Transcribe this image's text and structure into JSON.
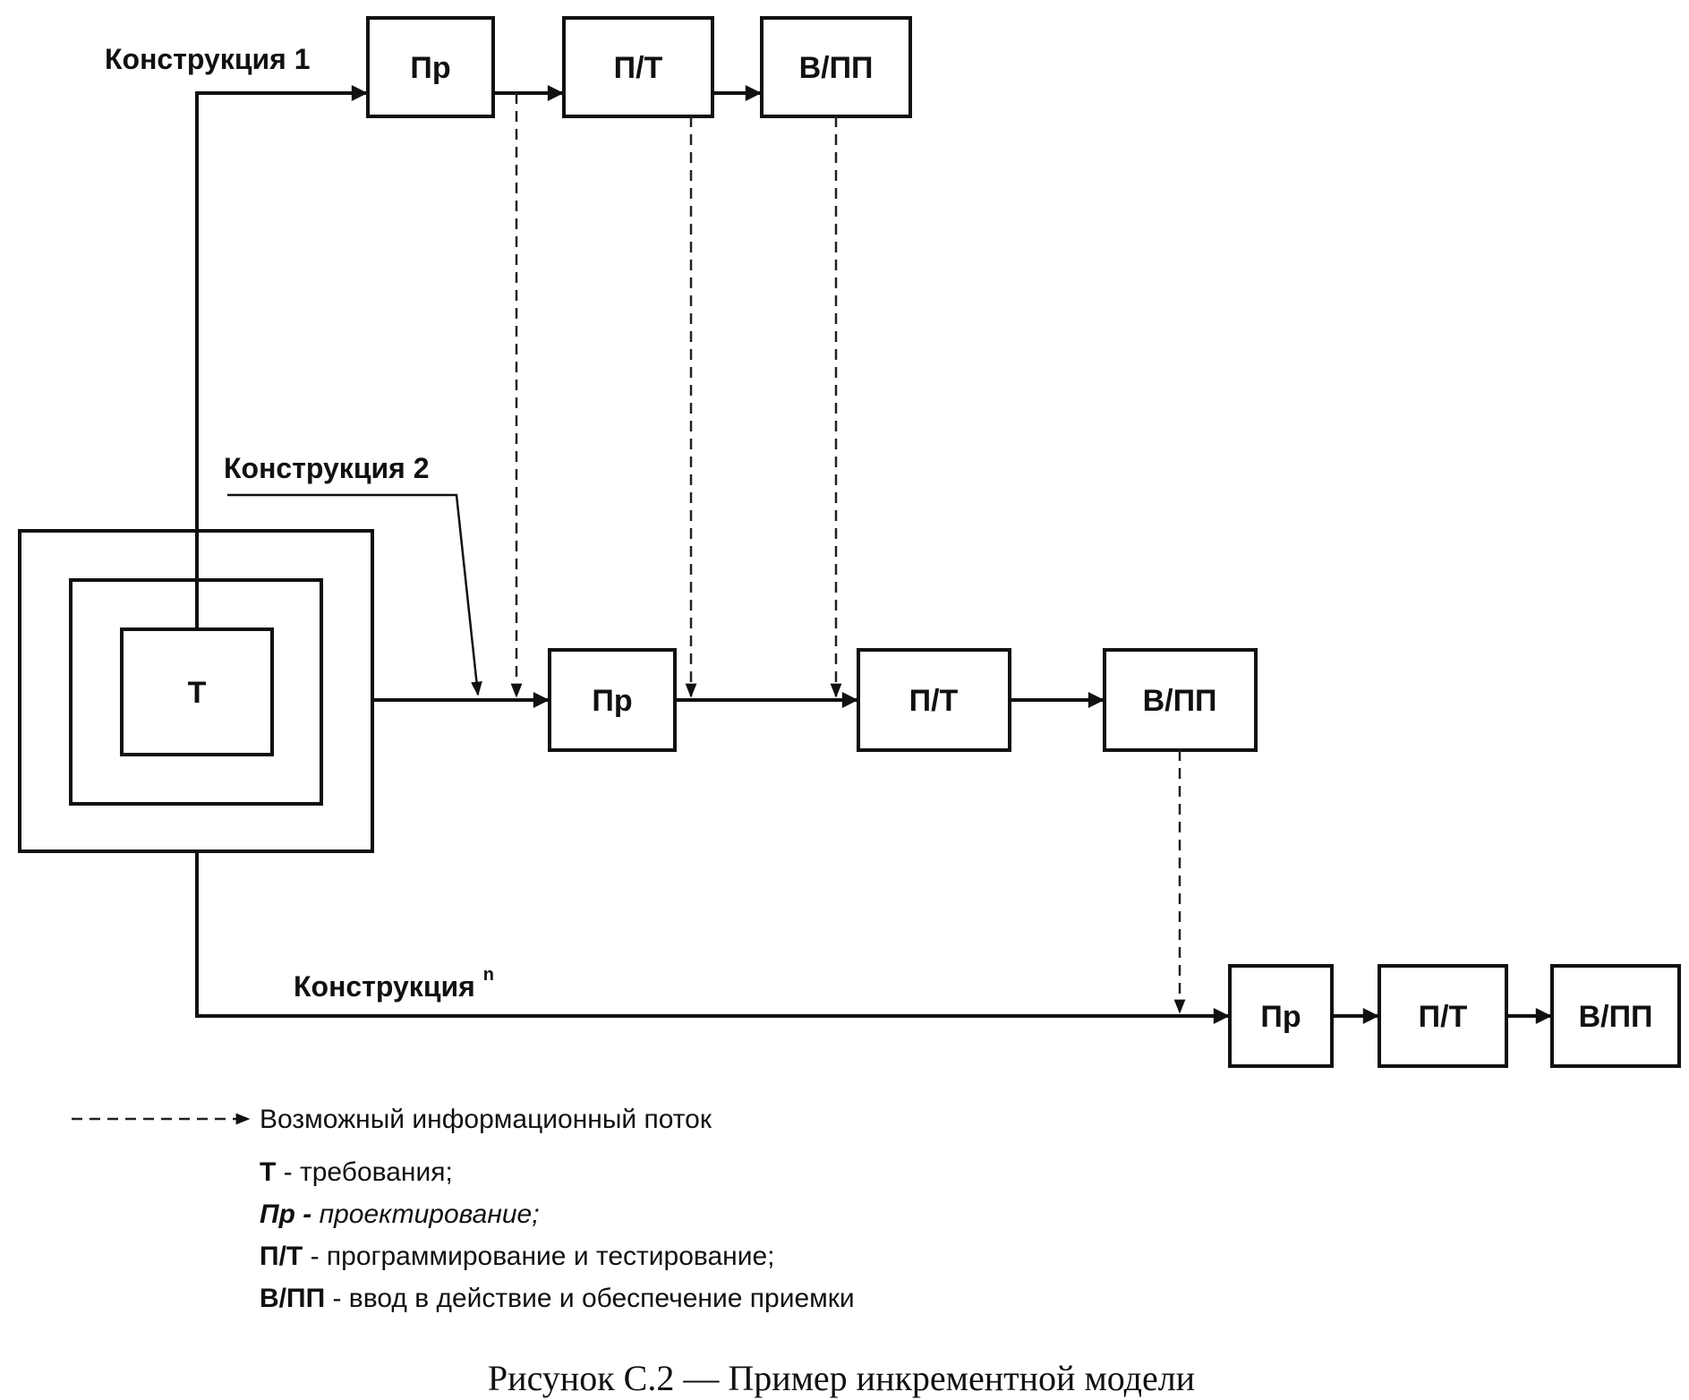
{
  "diagram": {
    "nodes": {
      "t": "Т",
      "c1_pr": "Пр",
      "c1_pt": "П/Т",
      "c1_vpp": "В/ПП",
      "c2_pr": "Пр",
      "c2_pt": "П/Т",
      "c2_vpp": "В/ПП",
      "cn_pr": "Пр",
      "cn_pt": "П/Т",
      "cn_vpp": "В/ПП"
    },
    "labels": {
      "construction_1": "Конструкция 1",
      "construction_2": "Конструкция 2",
      "construction_n": "Конструкция",
      "construction_n_sup": "n"
    }
  },
  "legend": {
    "dashed_flow": "Возможный информационный поток",
    "items": [
      {
        "term": "Т",
        "text": " - требования;"
      },
      {
        "term": "Пр -",
        "text": " проектирование;"
      },
      {
        "term": "П/Т",
        "text": " - программирование и тестирование;"
      },
      {
        "term": "В/ПП",
        "text": " - ввод в действие и обеспечение приемки"
      }
    ]
  },
  "caption": "Рисунок С.2 — Пример инкрементной модели"
}
